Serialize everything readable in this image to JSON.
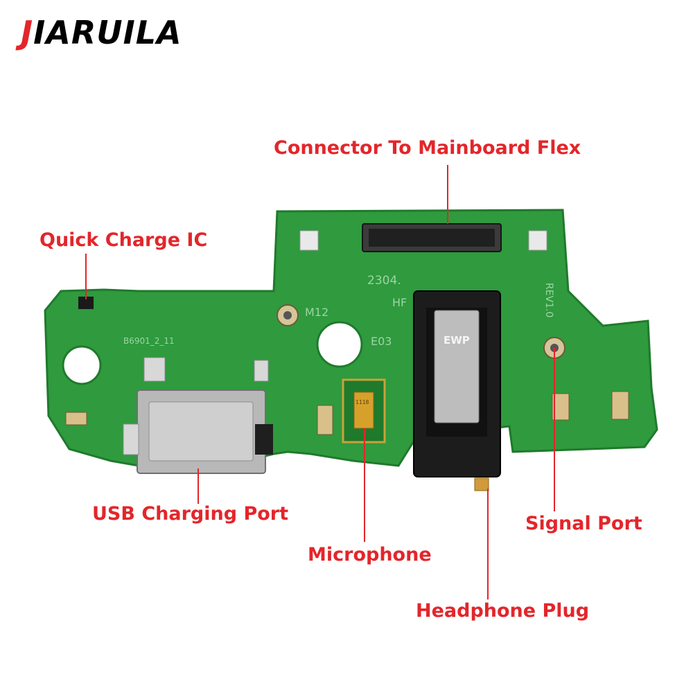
{
  "brand": {
    "logo_first": "J",
    "logo_rest": "IARUILA"
  },
  "colors": {
    "label": "#e3262b",
    "board": "#2f9a3e",
    "board_edge": "#1f7a2c",
    "accent": "#e3262b"
  },
  "pcb_text": {
    "date_code": "2304.",
    "rev": "REV1.0",
    "m12": "M12",
    "hf": "HF",
    "e03": "E03",
    "part_no": "B6901_2_11",
    "jack_mark": "EWP",
    "mic_mark": "1118"
  },
  "labels": {
    "connector": "Connector To Mainboard Flex",
    "quick_charge": "Quick Charge IC",
    "usb": "USB Charging Port",
    "microphone": "Microphone",
    "signal": "Signal Port",
    "headphone": "Headphone Plug"
  }
}
